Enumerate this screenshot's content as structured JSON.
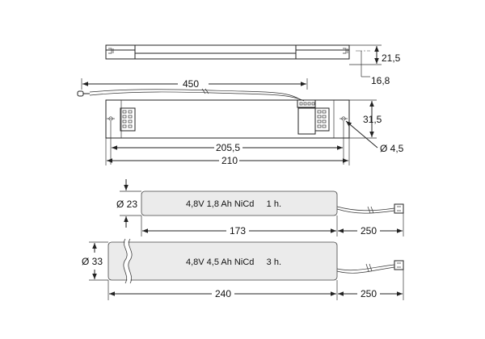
{
  "side_view": {
    "height_dim": "21,5",
    "inner_height_dim": "16,8"
  },
  "top_view": {
    "cable_length_dim": "450",
    "width_dim": "31,5",
    "hole_dim": "Ø 4,5",
    "hole_spacing_dim": "205,5",
    "total_length_dim": "210"
  },
  "battery_small": {
    "label": "4,8V 1,8 Ah NiCd     1 h.",
    "diameter_dim": "Ø 23",
    "length_dim": "173",
    "cable_dim": "250"
  },
  "battery_large": {
    "label": "4,8V 4,5 Ah NiCd     3 h.",
    "diameter_dim": "Ø 33",
    "length_dim": "240",
    "cable_dim": "250"
  }
}
